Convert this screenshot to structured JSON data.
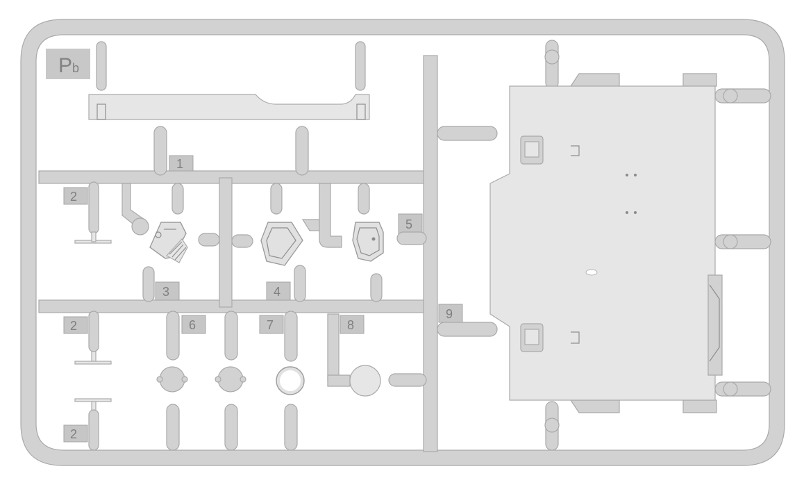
{
  "sprue": {
    "code_letter": "P",
    "code_subscript": "b",
    "part_numbers": {
      "part_1": "1",
      "part_2_top": "2",
      "part_2_middle": "2",
      "part_2_bottom": "2",
      "part_3": "3",
      "part_4": "4",
      "part_5": "5",
      "part_6": "6",
      "part_7": "7",
      "part_8": "8",
      "part_9": "9"
    }
  }
}
